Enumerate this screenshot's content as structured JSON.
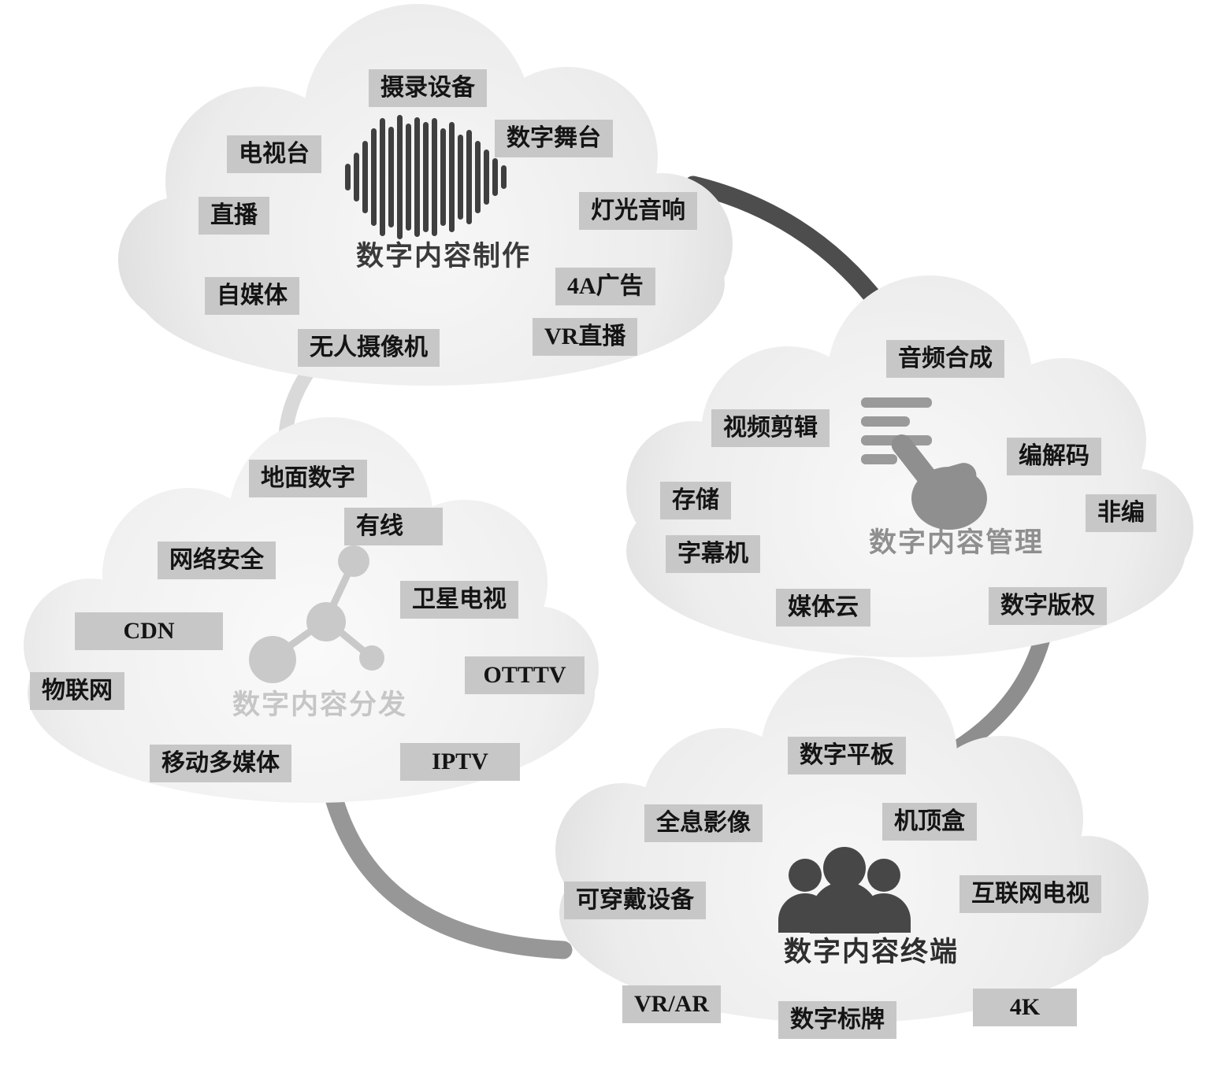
{
  "clouds": [
    {
      "title": "数字内容制作",
      "icon": "audio-waveform-icon",
      "labels": [
        "摄录设备",
        "电视台",
        "数字舞台",
        "直播",
        "灯光音响",
        "自媒体",
        "4A广告",
        "无人摄像机",
        "VR直播"
      ]
    },
    {
      "title": "数字内容管理",
      "icon": "checklist-hand-icon",
      "labels": [
        "音频合成",
        "视频剪辑",
        "编解码",
        "存储",
        "非编",
        "字幕机",
        "媒体云",
        "数字版权"
      ]
    },
    {
      "title": "数字内容分发",
      "icon": "network-nodes-icon",
      "labels": [
        "地面数字",
        "有线",
        "网络安全",
        "卫星电视",
        "CDN",
        "OTTTV",
        "物联网",
        "移动多媒体",
        "IPTV"
      ]
    },
    {
      "title": "数字内容终端",
      "icon": "people-group-icon",
      "labels": [
        "数字平板",
        "全息影像",
        "机顶盒",
        "可穿戴设备",
        "互联网电视",
        "VR/AR",
        "数字标牌",
        "4K"
      ]
    }
  ],
  "colors": {
    "label_bg": "#c7c7c7",
    "label_text": "#141414",
    "title_production": "#3a3a3a",
    "title_management": "#8f8f8f",
    "title_distribution": "#c6c6c6",
    "title_terminal": "#2e2e2e",
    "cloud_fill": "#ececec",
    "arc_dark": "#4d4d4d",
    "arc_mid": "#8e8e8e",
    "arc_light": "#d9d9d9"
  }
}
